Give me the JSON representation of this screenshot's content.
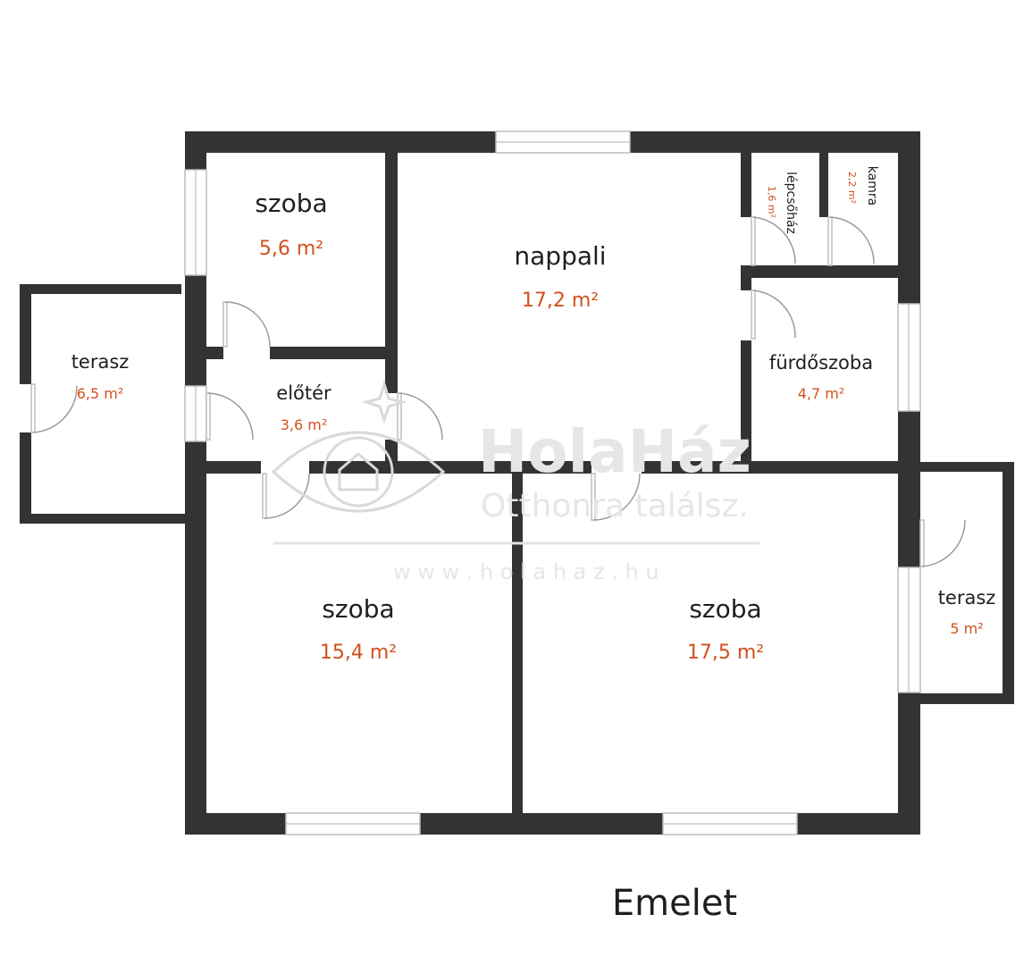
{
  "plan": {
    "floor_label": "Emelet",
    "rooms": [
      {
        "id": "szoba-1",
        "name": "szoba",
        "area": "5,6 m²"
      },
      {
        "id": "nappali",
        "name": "nappali",
        "area": "17,2 m²"
      },
      {
        "id": "lepcsohaz",
        "name": "lépcsőház",
        "area": "1,6 m²"
      },
      {
        "id": "kamra",
        "name": "kamra",
        "area": "2,2 m²"
      },
      {
        "id": "terasz-bal",
        "name": "terasz",
        "area": "6,5 m²"
      },
      {
        "id": "eloter",
        "name": "előtér",
        "area": "3,6 m²"
      },
      {
        "id": "furdoszoba",
        "name": "fürdőszoba",
        "area": "4,7 m²"
      },
      {
        "id": "szoba-2",
        "name": "szoba",
        "area": "15,4 m²"
      },
      {
        "id": "szoba-3",
        "name": "szoba",
        "area": "17,5 m²"
      },
      {
        "id": "terasz-jobb",
        "name": "terasz",
        "area": "5 m²"
      }
    ]
  },
  "watermark": {
    "brand": "HolaHáz",
    "tagline": "Otthonra találsz.",
    "url": "w w w . h o l a h a z . h u"
  },
  "colors": {
    "wall": "#333333",
    "area_text": "#d2501e",
    "name_text": "#1f1f1f"
  }
}
